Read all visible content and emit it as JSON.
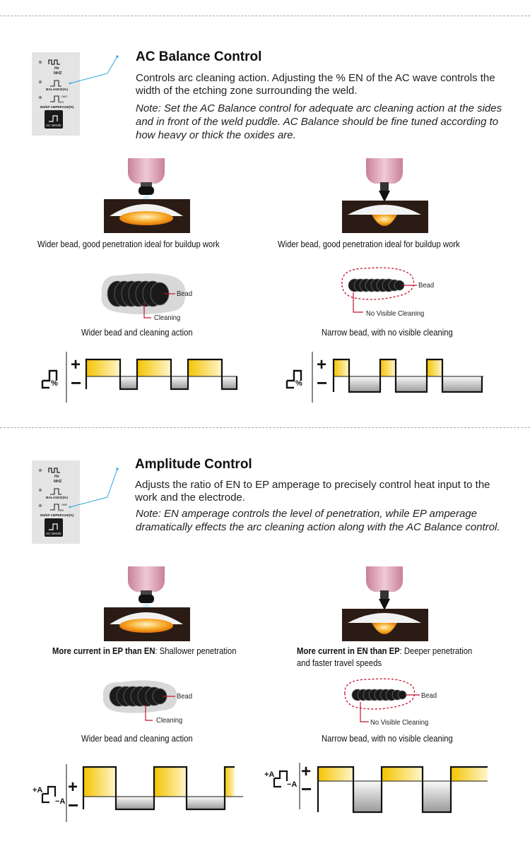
{
  "top_rule": "",
  "panel": {
    "hz_label": "Hz",
    "khz_label": "NHZ",
    "balance_label": "BALANCE(%)",
    "amperage_label": "EN/EP AMPERAGE(%)",
    "aen_label": "Aen",
    "aen2_label": "Aen",
    "ac_wave_label": "AC WAVE"
  },
  "section1": {
    "title": "AC Balance Control",
    "body": "Controls arc cleaning action. Adjusting the % EN of the AC wave controls the width of the etching zone surrounding the weld.",
    "note": "Note: Set the AC Balance control for adequate arc cleaning action at the sides and in front of the weld puddle. AC Balance should be fine tuned according to how heavy or thick the oxides are.",
    "left_caption": "Wider bead, good penetration ideal for buildup work",
    "right_caption": "Wider bead, good penetration ideal for buildup work",
    "bead_label_left": "Bead",
    "cleaning_label_left": "Cleaning",
    "bead_label_right": "Bead",
    "no_cleaning_label_right": "No Visible Cleaning",
    "left_bead_caption": "Wider bead and cleaning action",
    "right_bead_caption": "Narrow bead, with no  visible cleaning",
    "percent_symbol": "%",
    "plus": "+",
    "minus": "−"
  },
  "section2": {
    "title": "Amplitude Control",
    "body": "Adjusts the ratio of EN to EP amperage to precisely control heat input to the work and the electrode.",
    "note": "Note: EN amperage controls the level of penetration, while EP amperage dramatically effects the arc cleaning action along with the AC Balance control.",
    "left_caption_bold": "More current  in EP than EN",
    "left_caption_rest": ":  Shallower  penetration",
    "right_caption_bold": "More current in  EN than EP",
    "right_caption_rest": ":  Deeper penetration",
    "right_caption_line2": "and faster travel  speeds",
    "bead_label_left": "Bead",
    "cleaning_label_left": "Cleaning",
    "bead_label_right": "Bead",
    "no_cleaning_label_right": "No Visible Cleaning",
    "left_bead_caption": "Wider bead and  cleaning action",
    "right_bead_caption": "Narrow bead, with no  visible cleaning",
    "plus_a": "+A",
    "minus_a": "−A",
    "plus": "+",
    "minus": "−"
  },
  "colors": {
    "accent_blue": "#29a3e0",
    "bead_red": "#c8102e",
    "nozzle_pink": "#d9a2b4",
    "plate_dark": "#2a1c14",
    "wave_yellow": "#f4c400",
    "wave_grey": "#9a9a9a"
  }
}
